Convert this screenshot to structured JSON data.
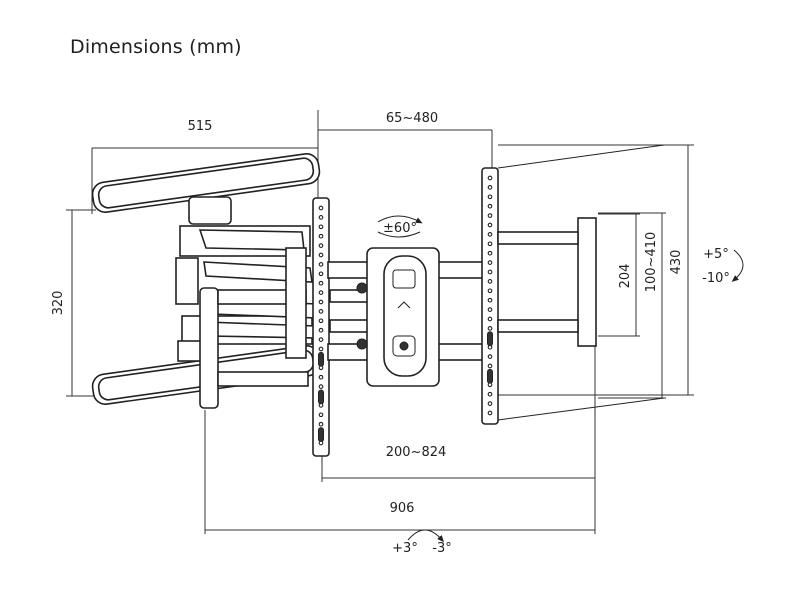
{
  "title": "Dimensions (mm)",
  "dimensions": {
    "arm_depth": "515",
    "profile_range": "65~480",
    "wall_plate_height": "320",
    "max_width": "906",
    "vesa_horizontal": "200~824",
    "vesa_vertical_min": "204",
    "vesa_vertical_range": "100~410",
    "bracket_height": "430"
  },
  "rotation": {
    "swivel": "±60°",
    "tilt_up": "+5°",
    "tilt_down": "-10°",
    "level_plus": "+3°",
    "level_minus": "-3°"
  }
}
